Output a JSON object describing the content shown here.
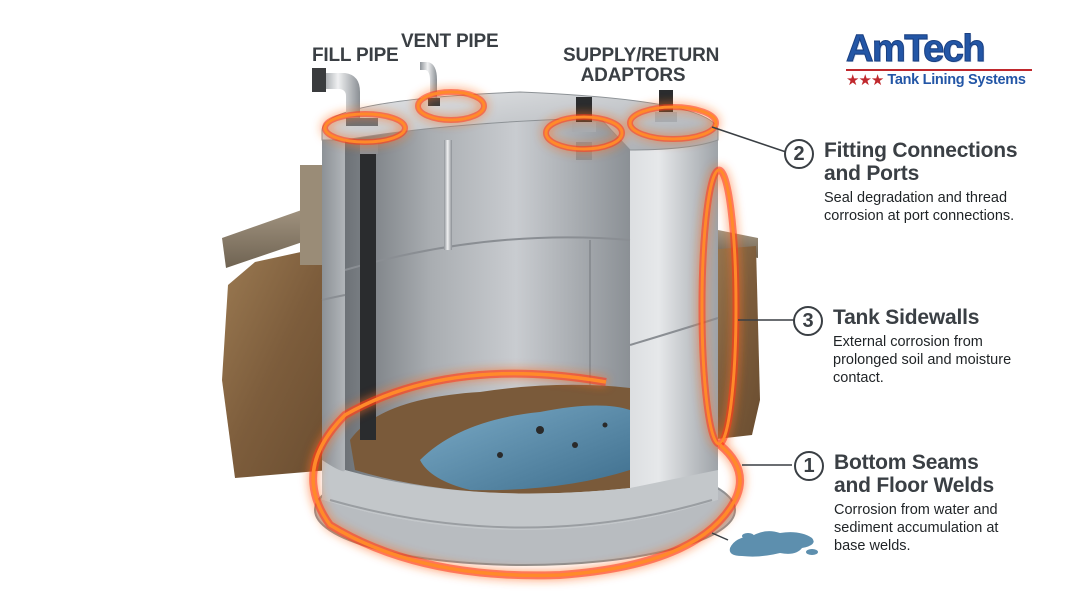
{
  "brand": {
    "name": "AmTech",
    "tagline": "Tank Lining Systems",
    "stars": "★★★",
    "colors": {
      "primary": "#2356a6",
      "accent": "#c0282d"
    }
  },
  "pipe_labels": {
    "fill_pipe": "FILL PIPE",
    "vent_pipe": "VENT PIPE",
    "supply_return_line1": "SUPPLY/RETURN",
    "supply_return_line2": "ADAPTORS"
  },
  "callouts": [
    {
      "number": "2",
      "title_line1": "Fitting Connections",
      "title_line2": "and Ports",
      "desc_line1": "Seal degradation and thread",
      "desc_line2": "corrosion at port connections."
    },
    {
      "number": "3",
      "title_line1": "Tank Sidewalls",
      "desc_line1": "External corrosion from",
      "desc_line2": "prolonged soil and moisture",
      "desc_line3": "contact."
    },
    {
      "number": "1",
      "title_line1": "Bottom Seams",
      "title_line2": "and Floor Welds",
      "desc_line1": "Corrosion from water and",
      "desc_line2": "sediment accumulation at",
      "desc_line3": "base welds."
    }
  ],
  "highlight_color": "#ff6a1a",
  "highlight_glow": "#ff2a1a",
  "water_color": "#5d8fae",
  "sediment_color": "#7a5a3a",
  "soil_color": "#8a6a45"
}
